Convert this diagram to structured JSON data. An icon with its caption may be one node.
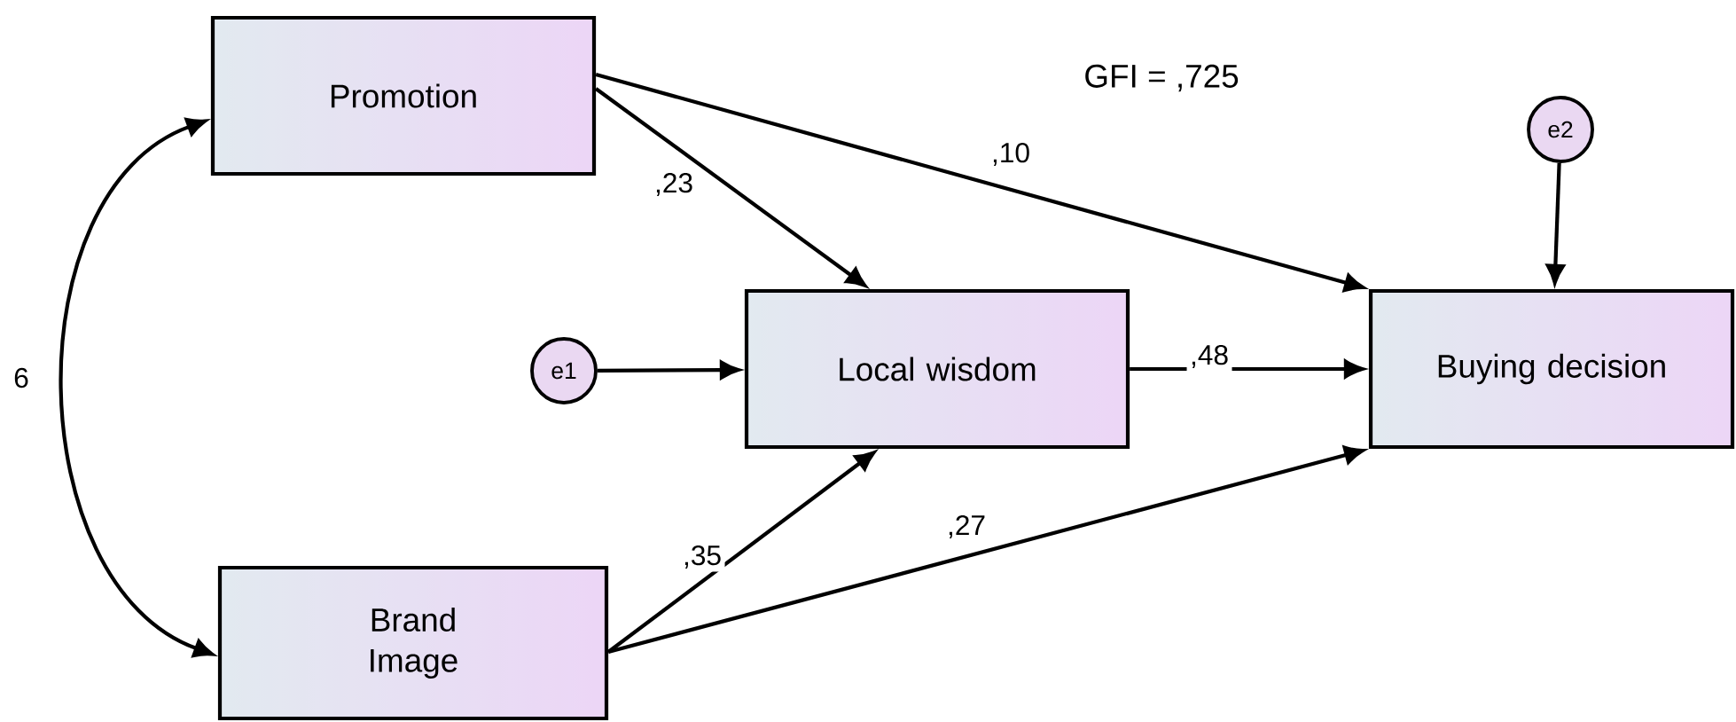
{
  "diagram": {
    "nodes": [
      {
        "text": [
          "Promotion"
        ]
      },
      {
        "text": [
          "Brand Image"
        ]
      },
      {
        "text": [
          "e1"
        ]
      },
      {
        "text": [
          "Local wisdom"
        ]
      },
      {
        "text": [
          "e2"
        ]
      },
      {
        "text": [
          "Buying decision"
        ]
      }
    ],
    "edges": [
      {
        "from": 0,
        "to": 1,
        "arrow": "both",
        "label": "6"
      },
      {
        "from": 0,
        "to": 3,
        "arrow": "to",
        "label": ",23"
      },
      {
        "from": 0,
        "to": 5,
        "arrow": "to",
        "label": ",10"
      },
      {
        "from": 2,
        "to": 3,
        "arrow": "to"
      },
      {
        "from": 3,
        "to": 5,
        "arrow": "to",
        "label": ",48"
      },
      {
        "from": 1,
        "to": 3,
        "arrow": "to",
        "label": ",35"
      },
      {
        "from": 1,
        "to": 5,
        "arrow": "to",
        "label": ",27"
      },
      {
        "from": 4,
        "to": 5,
        "arrow": "to"
      }
    ],
    "labels": [
      "GFI = ,725"
    ]
  }
}
